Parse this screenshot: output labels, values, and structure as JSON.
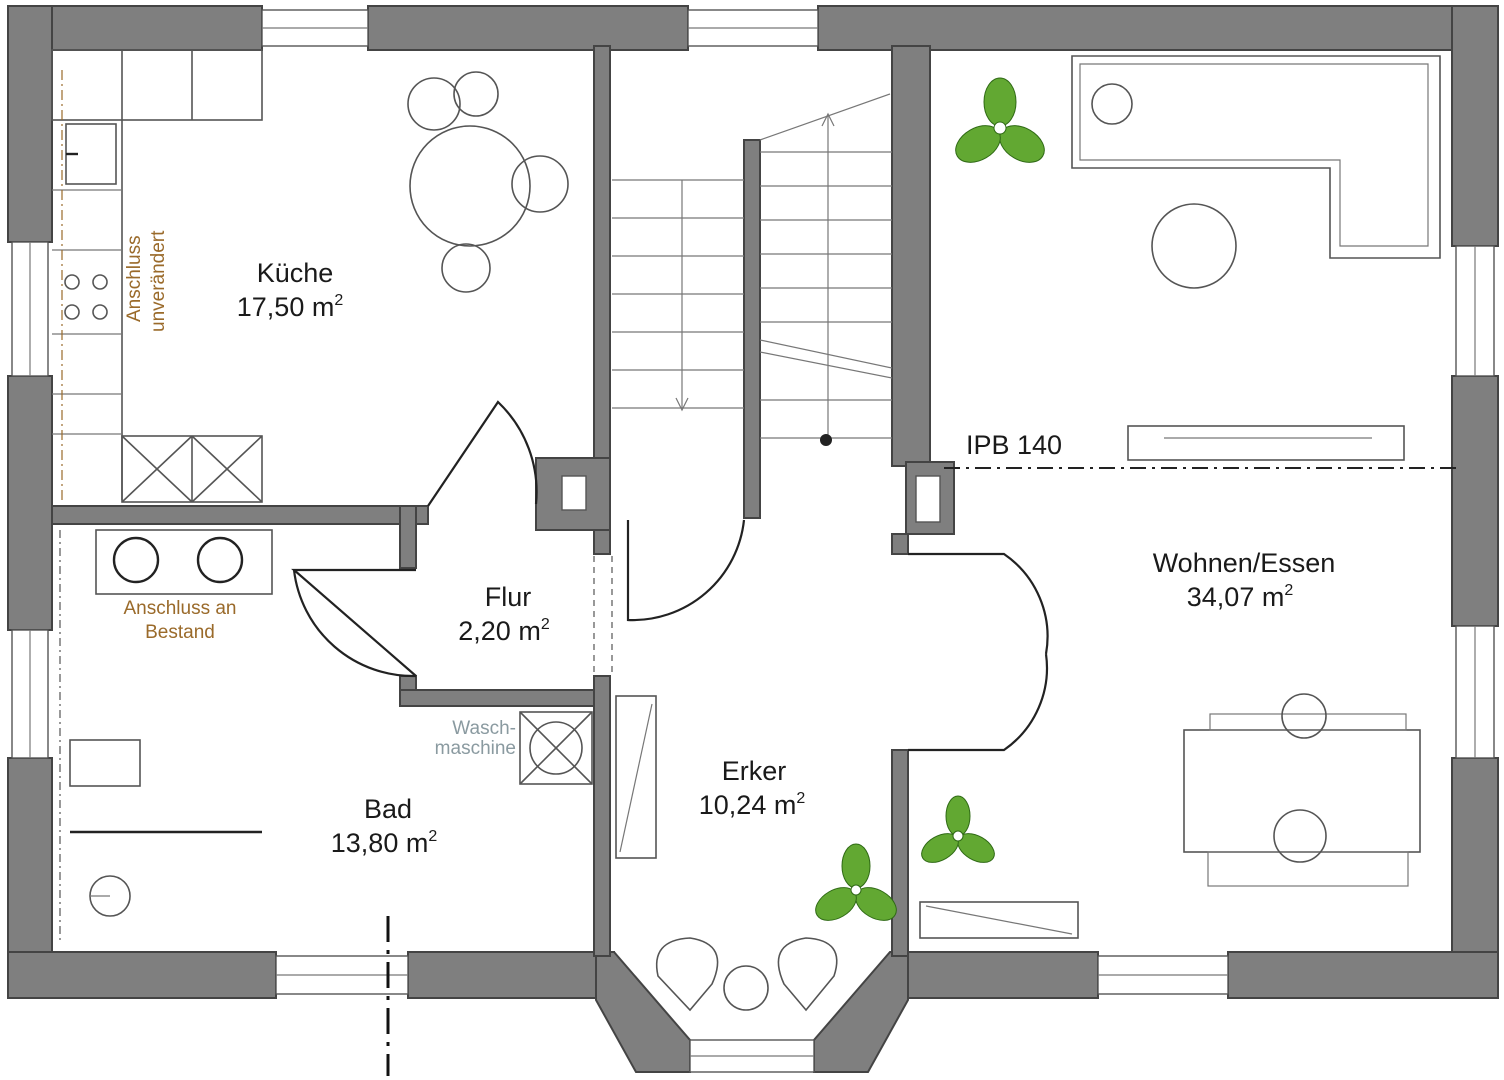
{
  "rooms": {
    "kueche": {
      "name": "Küche",
      "area_value": "17,50 m",
      "area_unit_sup": "2"
    },
    "flur": {
      "name": "Flur",
      "area_value": "2,20 m",
      "area_unit_sup": "2"
    },
    "bad": {
      "name": "Bad",
      "area_value": "13,80 m",
      "area_unit_sup": "2"
    },
    "erker": {
      "name": "Erker",
      "area_value": "10,24 m",
      "area_unit_sup": "2"
    },
    "wohnen": {
      "name": "Wohnen/Essen",
      "area_value": "34,07 m",
      "area_unit_sup": "2"
    }
  },
  "notes": {
    "anschluss_unveraendert_line1": "Anschluss",
    "anschluss_unveraendert_line2": "unverändert",
    "anschluss_bestand_line1": "Anschluss an",
    "anschluss_bestand_line2": "Bestand",
    "waschmaschine_line1": "Wasch-",
    "waschmaschine_line2": "maschine"
  },
  "beam_label": "IPB 140",
  "colors": {
    "wall_fill": "#7f7f7f",
    "note_text": "#9a6a2a",
    "note_grey": "#8a9aa0",
    "plant": "#62a832"
  }
}
